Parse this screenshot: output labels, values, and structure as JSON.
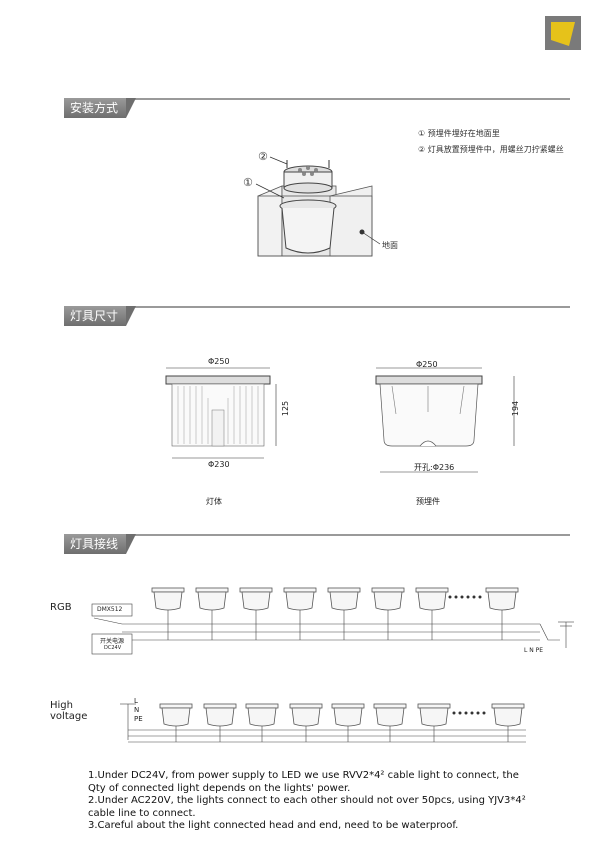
{
  "sections": {
    "install": "安装方式",
    "dimensions": "灯具尺寸",
    "wiring": "灯具接线"
  },
  "install": {
    "step1": "① 预埋件埋好在地面里",
    "step2": "② 灯具放置预埋件中，用螺丝刀拧紧螺丝",
    "callout1": "①",
    "callout2": "②",
    "ground": "地面"
  },
  "dims": {
    "lamp_top": "Φ250",
    "lamp_height": "125",
    "lamp_bottom": "Φ230",
    "lamp_caption": "灯体",
    "embed_top": "Φ250",
    "embed_height": "194",
    "embed_bottom": "开孔:Φ236",
    "embed_caption": "预埋件"
  },
  "wiring": {
    "rgb_label": "RGB",
    "dmx_label": "DMX512",
    "psu_label": "开关电源",
    "psu_sub": "DC24V",
    "lnpe": "L  N  PE",
    "hv_label_1": "High",
    "hv_label_2": "voltage",
    "hv_l": "L",
    "hv_n": "N",
    "hv_pe": "PE"
  },
  "notes": [
    "1.Under DC24V, from power supply to LED we use RVV2*4² cable light to connect, the Qty of connected light depends on the lights' power.",
    "2.Under AC220V, the lights connect to each other should not over 50pcs, using YJV3*4² cable line to connect.",
    "3.Careful about the light connected head and end, need to be waterproof."
  ],
  "colors": {
    "logo_yellow": "#e6c21a",
    "logo_gray": "#7a7a7a",
    "section_gray": "#8a8a8a"
  }
}
